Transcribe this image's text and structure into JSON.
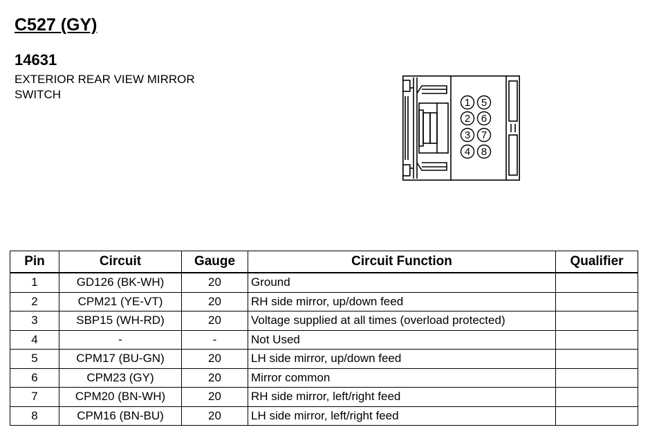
{
  "header": {
    "connector": "C527 (GY)",
    "part_number": "14631",
    "component_name": "EXTERIOR REAR VIEW MIRROR SWITCH"
  },
  "connector_face": {
    "pin_labels": [
      "1",
      "2",
      "3",
      "4",
      "5",
      "6",
      "7",
      "8"
    ]
  },
  "table": {
    "columns": [
      "Pin",
      "Circuit",
      "Gauge",
      "Circuit Function",
      "Qualifier"
    ],
    "rows": [
      {
        "pin": "1",
        "circuit": "GD126 (BK-WH)",
        "gauge": "20",
        "function": "Ground",
        "qualifier": ""
      },
      {
        "pin": "2",
        "circuit": "CPM21 (YE-VT)",
        "gauge": "20",
        "function": "RH side mirror, up/down feed",
        "qualifier": ""
      },
      {
        "pin": "3",
        "circuit": "SBP15 (WH-RD)",
        "gauge": "20",
        "function": "Voltage supplied at all times (overload protected)",
        "qualifier": ""
      },
      {
        "pin": "4",
        "circuit": "-",
        "gauge": "-",
        "function": "Not Used",
        "qualifier": ""
      },
      {
        "pin": "5",
        "circuit": "CPM17 (BU-GN)",
        "gauge": "20",
        "function": "LH side mirror, up/down feed",
        "qualifier": ""
      },
      {
        "pin": "6",
        "circuit": "CPM23 (GY)",
        "gauge": "20",
        "function": "Mirror common",
        "qualifier": ""
      },
      {
        "pin": "7",
        "circuit": "CPM20 (BN-WH)",
        "gauge": "20",
        "function": "RH side mirror, left/right feed",
        "qualifier": ""
      },
      {
        "pin": "8",
        "circuit": "CPM16 (BN-BU)",
        "gauge": "20",
        "function": "LH side mirror, left/right feed",
        "qualifier": ""
      }
    ]
  }
}
